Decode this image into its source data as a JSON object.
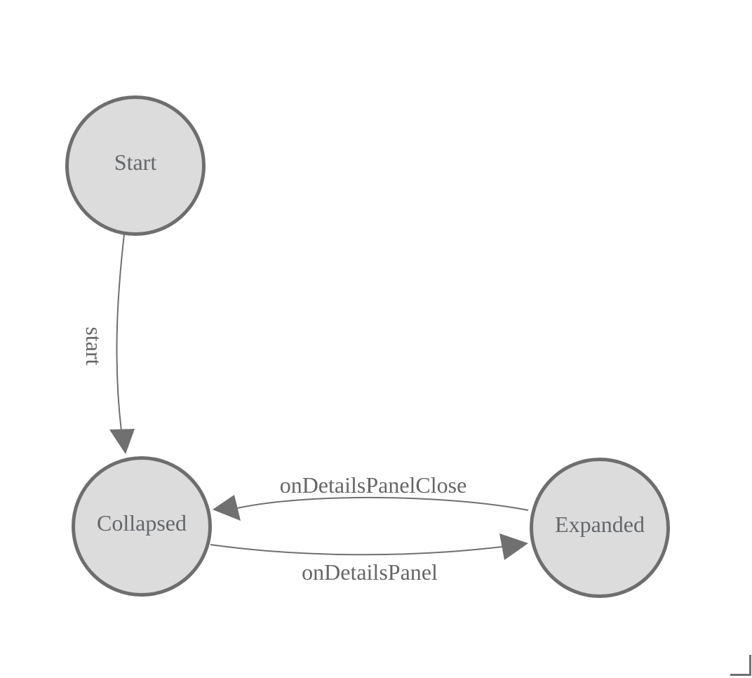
{
  "diagram": {
    "type": "state-machine",
    "nodes": [
      {
        "id": "start",
        "label": "Start"
      },
      {
        "id": "collapsed",
        "label": "Collapsed"
      },
      {
        "id": "expanded",
        "label": "Expanded"
      }
    ],
    "edges": [
      {
        "from": "start",
        "to": "collapsed",
        "label": "start"
      },
      {
        "from": "expanded",
        "to": "collapsed",
        "label": "onDetailsPanelClose"
      },
      {
        "from": "collapsed",
        "to": "expanded",
        "label": "onDetailsPanel"
      }
    ]
  },
  "palette": {
    "background": "#ffffff",
    "node_fill": "#dcdcdc",
    "node_border": "#6e6e6e",
    "edge_color": "#707070",
    "node_label_color": "#63676b",
    "edge_label_color": "#666666"
  }
}
